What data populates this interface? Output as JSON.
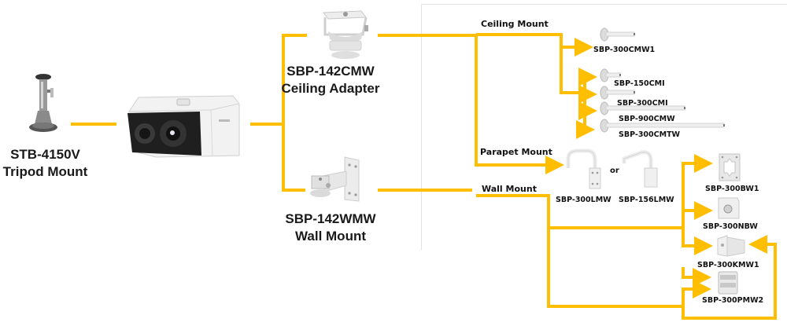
{
  "colors": {
    "connector": "#FFBF00",
    "text": "#111111",
    "product_light": "#e9e9e9",
    "product_shade": "#bdbdbd",
    "lens": "#2b2b2b"
  },
  "camera": {
    "name": "thermal-bullet-box-camera"
  },
  "tripod": {
    "model": "STB-4150V",
    "desc": "Tripod Mount"
  },
  "ceiling_adapter": {
    "model": "SBP-142CMW",
    "desc": "Ceiling Adapter"
  },
  "wall_mount_adapter": {
    "model": "SBP-142WMW",
    "desc": "Wall Mount"
  },
  "sections": {
    "ceiling": "Ceiling Mount",
    "parapet": "Parapet Mount",
    "wall": "Wall Mount"
  },
  "ceiling_parts": [
    "SBP-300CMW1",
    "SBP-150CMI",
    "SBP-300CMI",
    "SBP-900CMW",
    "SBP-300CMTW"
  ],
  "parapet_parts": [
    "SBP-300LMW",
    "SBP-156LMW"
  ],
  "parapet_or": "or",
  "wall_parts": [
    "SBP-300BW1",
    "SBP-300NBW",
    "SBP-300KMW1",
    "SBP-300PMW2"
  ]
}
